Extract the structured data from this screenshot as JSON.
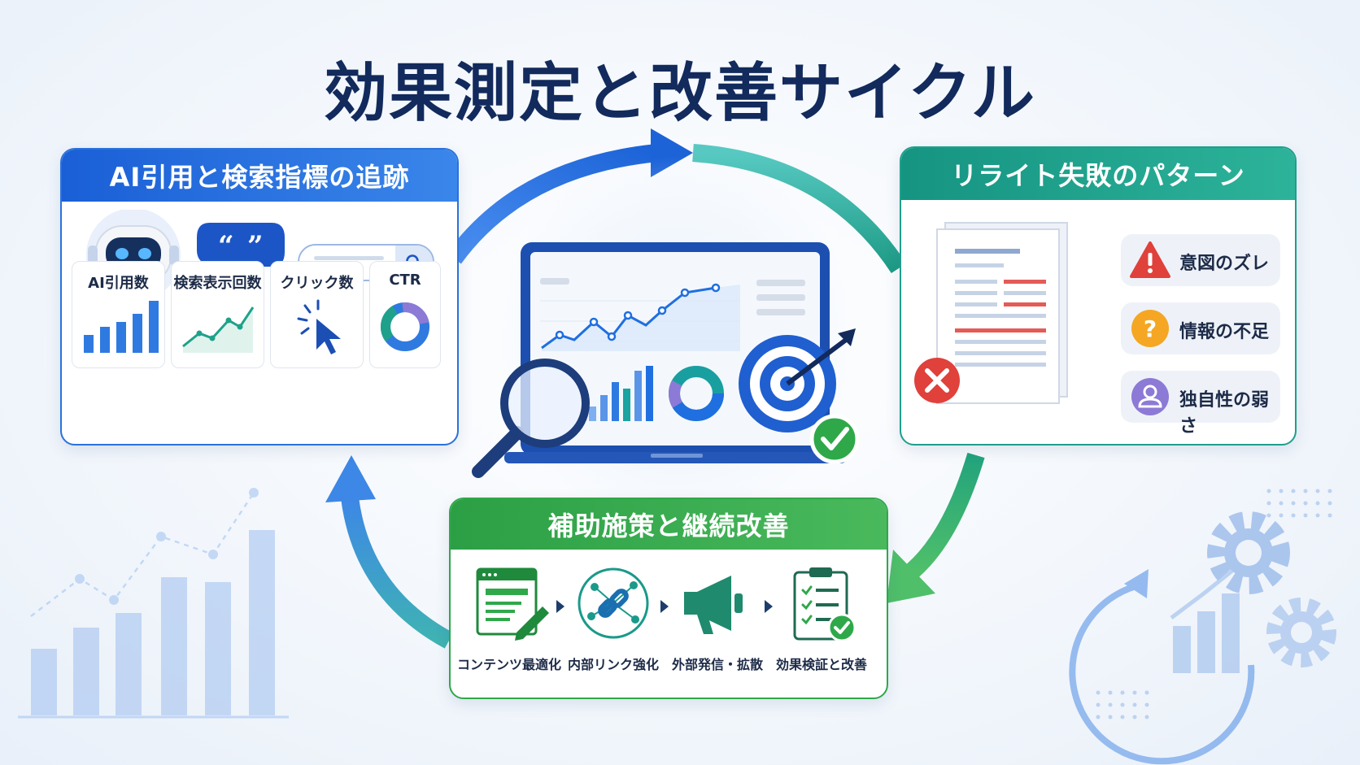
{
  "title": "効果測定と改善サイクル",
  "colors": {
    "navy": "#122a5c",
    "blue": "#1f6fe0",
    "teal": "#1ea18a",
    "green": "#2fa84a",
    "red": "#e0413b",
    "orange": "#f5a623",
    "purple": "#8c7ad6"
  },
  "panel_ai": {
    "header": "AI引用と検索指標の追跡",
    "quote_icon": "quote-bubble-icon",
    "metrics": [
      {
        "label": "AI引用数",
        "icon": "bar-chart-icon"
      },
      {
        "label": "検索表示回数",
        "icon": "line-chart-icon"
      },
      {
        "label": "クリック数",
        "icon": "cursor-click-icon"
      },
      {
        "label": "CTR",
        "icon": "donut-chart-icon"
      }
    ]
  },
  "panel_rewrite": {
    "header": "リライト失敗のパターン",
    "issues": [
      {
        "label": "意図のズレ",
        "icon": "warning-icon"
      },
      {
        "label": "情報の不足",
        "icon": "question-icon"
      },
      {
        "label": "独自性の弱さ",
        "icon": "user-icon"
      }
    ]
  },
  "panel_support": {
    "header": "補助施策と継続改善",
    "steps": [
      {
        "label": "コンテンツ最適化",
        "icon": "edit-document-icon"
      },
      {
        "label": "内部リンク強化",
        "icon": "link-network-icon"
      },
      {
        "label": "外部発信・拡散",
        "icon": "megaphone-icon"
      },
      {
        "label": "効果検証と改善",
        "icon": "checklist-icon"
      }
    ]
  }
}
